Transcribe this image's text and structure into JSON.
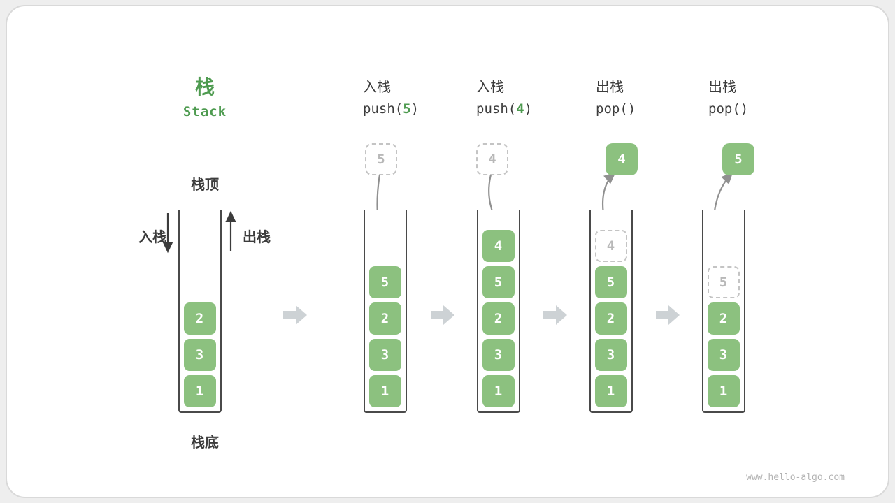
{
  "meta": {
    "watermark": "www.hello-algo.com"
  },
  "title": {
    "zh": "栈",
    "en": "Stack"
  },
  "legend": {
    "top": "栈顶",
    "bottom": "栈底",
    "push": "入栈",
    "pop": "出栈"
  },
  "colors": {
    "cell_green": "#8CC17F",
    "accent_green": "#4E9B50",
    "text_dark": "#3C3C3C",
    "ghost_gray": "#C4C4C4",
    "flow_arrow_gray": "#CDD2D5",
    "curve_arrow_gray": "#909090"
  },
  "steps": [
    {
      "name": "initial",
      "cells": [
        {
          "value": "2"
        },
        {
          "value": "3"
        },
        {
          "value": "1"
        }
      ]
    },
    {
      "name": "push-5",
      "op": "入栈",
      "code": {
        "prefix": "push(",
        "num": "5",
        "suffix": ")"
      },
      "floating": {
        "value": "5",
        "style": "ghost"
      },
      "cells": [
        {
          "value": "5"
        },
        {
          "value": "2"
        },
        {
          "value": "3"
        },
        {
          "value": "1"
        }
      ]
    },
    {
      "name": "push-4",
      "op": "入栈",
      "code": {
        "prefix": "push(",
        "num": "4",
        "suffix": ")"
      },
      "floating": {
        "value": "4",
        "style": "ghost"
      },
      "cells": [
        {
          "value": "4"
        },
        {
          "value": "5"
        },
        {
          "value": "2"
        },
        {
          "value": "3"
        },
        {
          "value": "1"
        }
      ]
    },
    {
      "name": "pop-4",
      "op": "出栈",
      "code": {
        "prefix": "pop(",
        "num": "",
        "suffix": ")"
      },
      "floating": {
        "value": "4",
        "style": "solid"
      },
      "cells": [
        {
          "value": "4",
          "ghost": true
        },
        {
          "value": "5"
        },
        {
          "value": "2"
        },
        {
          "value": "3"
        },
        {
          "value": "1"
        }
      ]
    },
    {
      "name": "pop-5",
      "op": "出栈",
      "code": {
        "prefix": "pop(",
        "num": "",
        "suffix": ")"
      },
      "floating": {
        "value": "5",
        "style": "solid"
      },
      "cells": [
        {
          "value": "5",
          "ghost": true
        },
        {
          "value": "2"
        },
        {
          "value": "3"
        },
        {
          "value": "1"
        }
      ]
    }
  ]
}
